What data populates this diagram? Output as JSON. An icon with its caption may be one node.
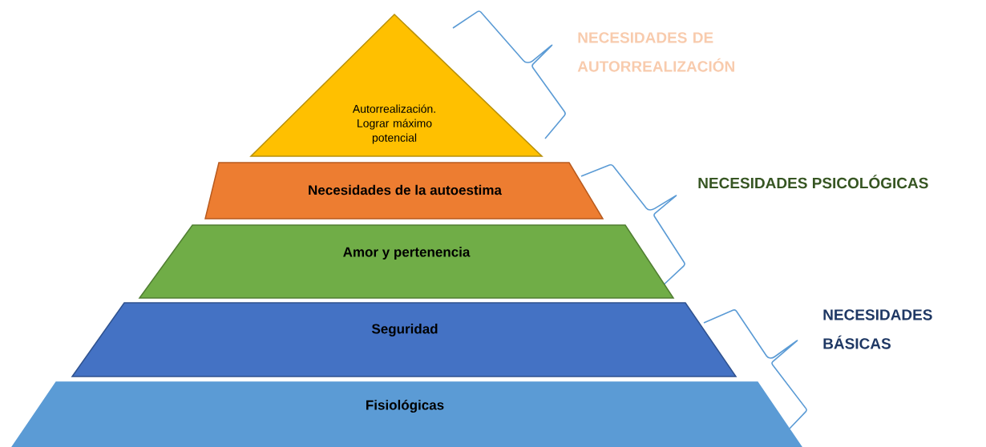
{
  "diagram": {
    "nodes": [
      {
        "text": [
          "Autorrealización. Lograr máximo potencial"
        ]
      },
      {
        "text": [
          "Necesidades de la autoestima"
        ]
      },
      {
        "text": [
          "Amor y pertenencia"
        ]
      },
      {
        "text": [
          "Seguridad"
        ]
      },
      {
        "text": [
          "Fisiológicas"
        ]
      }
    ],
    "labels": [
      "NECESIDADES DE AUTORREALIZACIÓN",
      "NECESIDADES PSICOLÓGICAS",
      "NECESIDADES BÁSICAS"
    ]
  }
}
